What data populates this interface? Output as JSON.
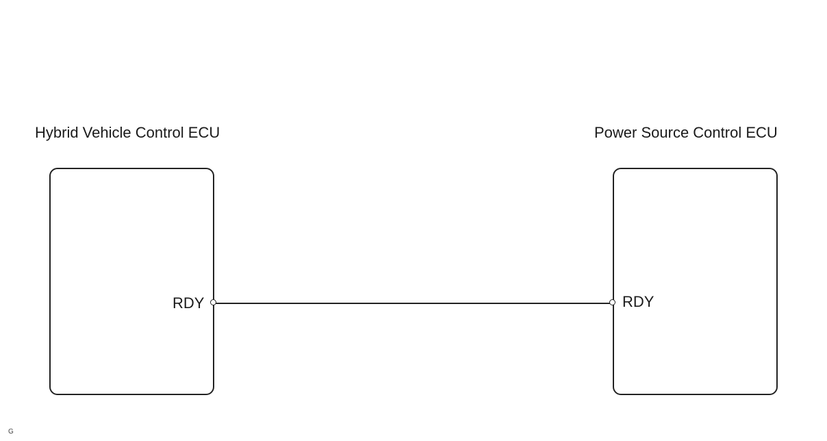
{
  "diagram": {
    "left_ecu": {
      "title": "Hybrid Vehicle Control ECU",
      "terminal_label": "RDY"
    },
    "right_ecu": {
      "title": "Power Source Control ECU",
      "terminal_label": "RDY"
    },
    "corner_mark": "G"
  }
}
